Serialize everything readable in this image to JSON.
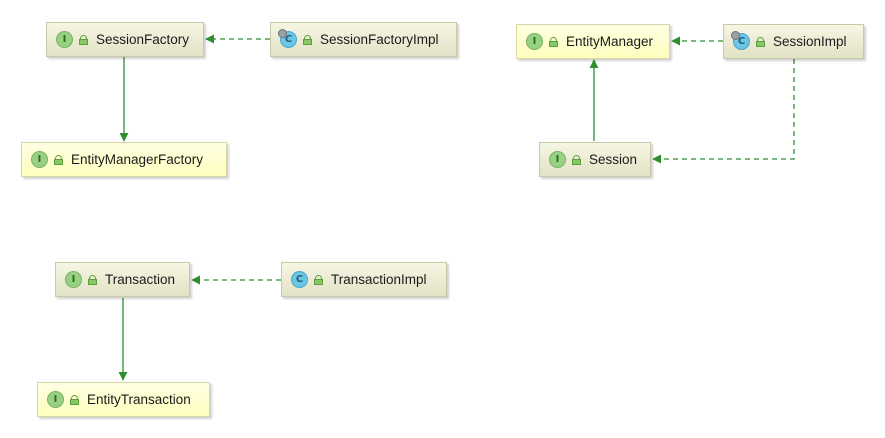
{
  "diagram": {
    "nodes": {
      "session_factory": {
        "label": "SessionFactory",
        "kind": "interface"
      },
      "session_factory_impl": {
        "label": "SessionFactoryImpl",
        "kind": "class"
      },
      "entity_manager_factory": {
        "label": "EntityManagerFactory",
        "kind": "interface"
      },
      "entity_manager": {
        "label": "EntityManager",
        "kind": "interface"
      },
      "session_impl": {
        "label": "SessionImpl",
        "kind": "class"
      },
      "session": {
        "label": "Session",
        "kind": "interface"
      },
      "transaction": {
        "label": "Transaction",
        "kind": "interface"
      },
      "transaction_impl": {
        "label": "TransactionImpl",
        "kind": "class"
      },
      "entity_transaction": {
        "label": "EntityTransaction",
        "kind": "interface"
      }
    },
    "badges": {
      "interface": "I",
      "class": "C"
    },
    "colors": {
      "edge": "#2f8f2f",
      "interface_badge": "#98d183",
      "class_badge": "#6cc6e6",
      "highlight_fill": "#fefebe"
    }
  }
}
